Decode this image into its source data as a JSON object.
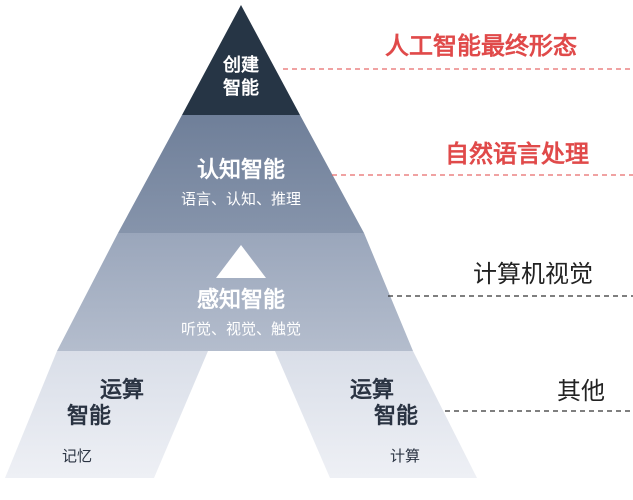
{
  "levels": {
    "top": {
      "title_line1": "创建",
      "title_line2": "智能",
      "side_label": "人工智能最终形态",
      "fill": "#263545",
      "side_color": "#e04a4a"
    },
    "cognitive": {
      "title": "认知智能",
      "subtitle": "语言、认知、推理",
      "side_label": "自然语言处理",
      "fill": "#7a8aa2",
      "side_color": "#e04a4a"
    },
    "perceptual": {
      "title": "感知智能",
      "subtitle": "听觉、视觉、触觉",
      "side_label": "计算机视觉",
      "fill": "#a6b1c4",
      "side_color": "#222222"
    },
    "computational": {
      "left_title_line1": "运算",
      "left_title_line2": "智能",
      "left_subtitle": "记忆",
      "right_title_line1": "运算",
      "right_title_line2": "智能",
      "right_subtitle": "计算",
      "side_label": "其他",
      "fill": "#d6dbe6",
      "side_color": "#222222"
    }
  },
  "colors": {
    "dashed_line_red": "#e86a6a",
    "dashed_line_dark": "#333333"
  }
}
